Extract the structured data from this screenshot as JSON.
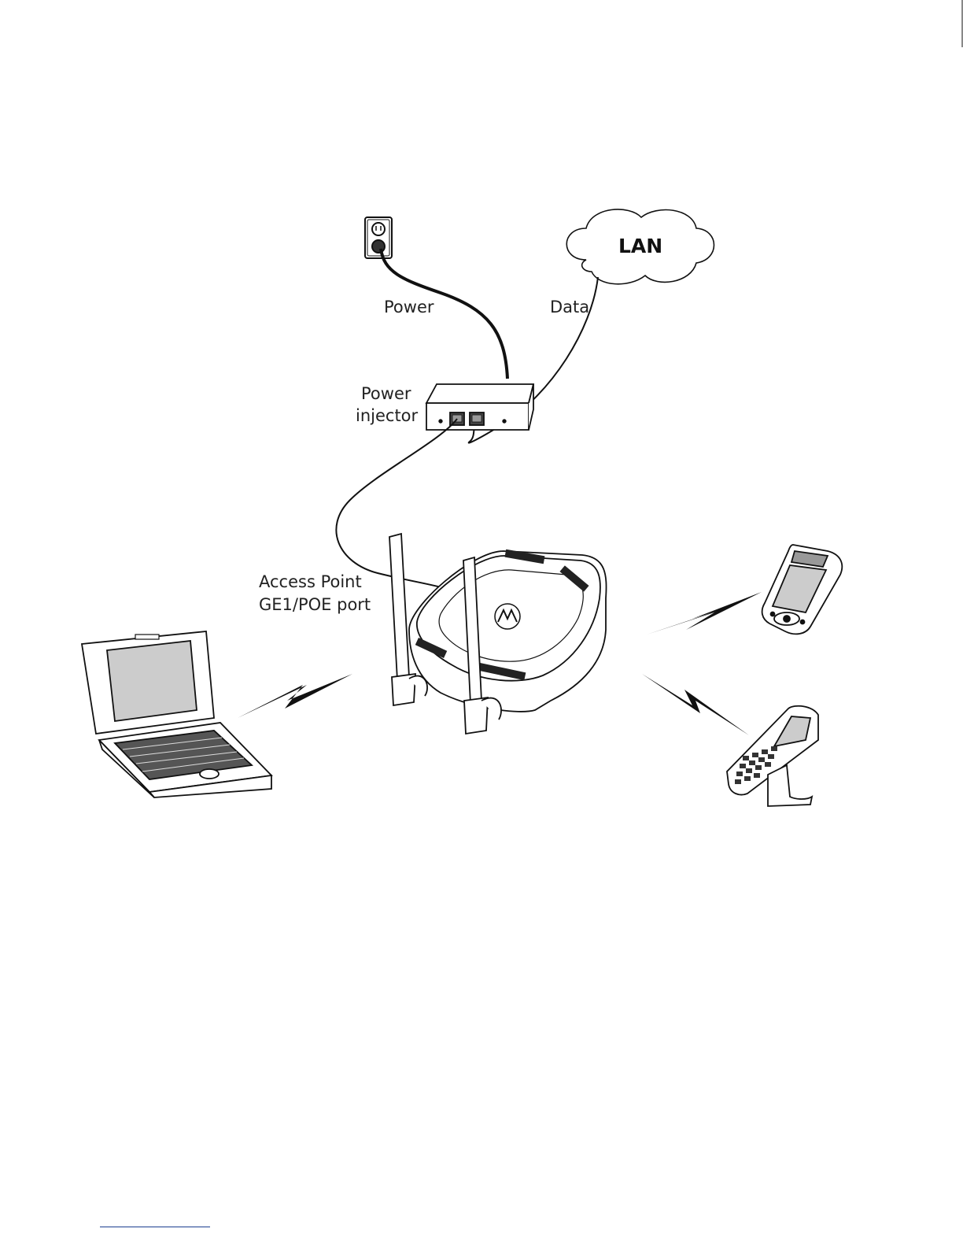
{
  "labels": {
    "lan": "LAN",
    "power": "Power",
    "data": "Data",
    "power_injector_line1": "Power",
    "power_injector_line2": "injector",
    "ap_port_line1": "Access Point",
    "ap_port_line2": "GE1/POE port"
  },
  "icons": {
    "outlet": "wall-outlet-icon",
    "cloud": "lan-cloud-icon",
    "injector": "power-injector-icon",
    "access_point": "access-point-icon",
    "laptop": "laptop-icon",
    "pda": "handheld-pda-icon",
    "scanner": "handheld-scanner-icon",
    "wireless": "wireless-link-icon"
  },
  "colors": {
    "stroke": "#111111",
    "accent_rule": "#1a3d8f"
  }
}
